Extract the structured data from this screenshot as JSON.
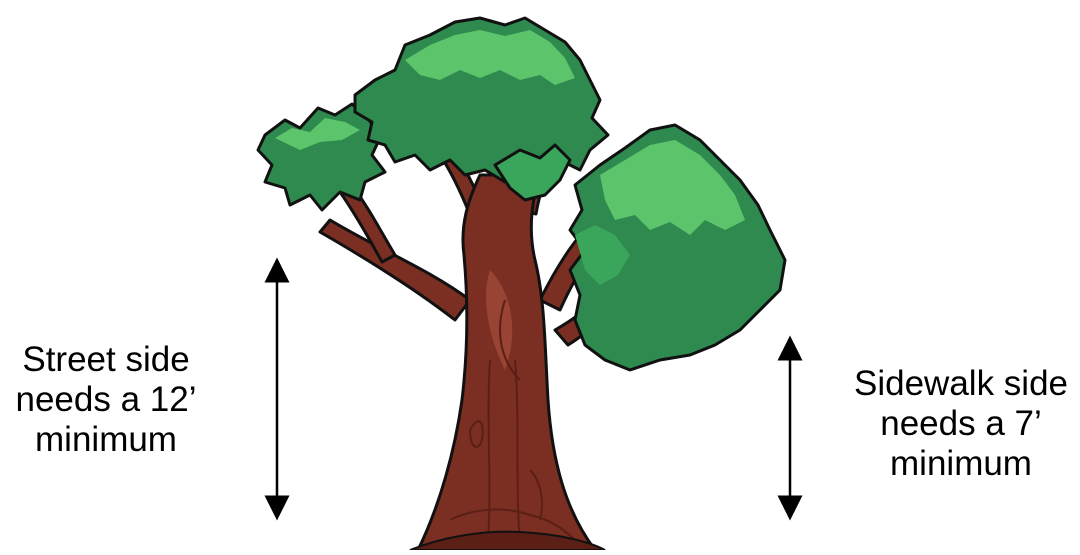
{
  "street_label": {
    "line1": "Street side",
    "line2": "needs a 12’",
    "line3": "minimum"
  },
  "sidewalk_label": {
    "line1": "Sidewalk side",
    "line2": "needs a 7’",
    "line3": "minimum"
  },
  "colors": {
    "trunk": "#7a2f22",
    "trunk_dark": "#5b1f16",
    "trunk_light": "#a1493a",
    "foliage_dark": "#2e8a4e",
    "foliage": "#3aa65b",
    "foliage_light": "#5cc56c",
    "outline": "#111111",
    "arrow": "#000000"
  }
}
